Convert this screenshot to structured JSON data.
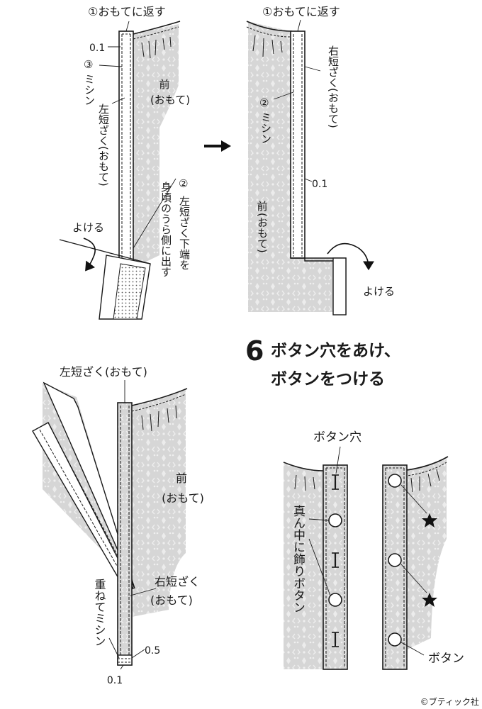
{
  "panel_a": {
    "step_turn": "①おもてに返す",
    "seam_01": "0.1",
    "step_sew": "③",
    "step_sew_word": "ミシン",
    "placket_label": "左短ざく(おもて)",
    "front_label_1": "前",
    "front_label_2": "(おもて)",
    "note_step": "②",
    "note_text": "左短ざく下端を",
    "note_text2": "身頃のうら側に出す",
    "avoid": "よける"
  },
  "panel_b": {
    "step_turn": "①おもてに返す",
    "placket_label": "右短ざく(おもて)",
    "step_sew": "②",
    "step_sew_word": "ミシン",
    "seam_01": "0.1",
    "front_label_1": "前",
    "front_label_2": "(おもて)",
    "avoid": "よける"
  },
  "panel_c": {
    "left_placket": "左短ざく(おもて)",
    "front_label_1": "前",
    "front_label_2": "(おもて)",
    "right_placket_1": "右短ざく",
    "right_placket_2": "(おもて)",
    "overlap_sew": "重ねてミシン",
    "seam_05": "0.5",
    "seam_01": "0.1"
  },
  "step6": {
    "number": "6",
    "title_line1": "ボタン穴をあけ、",
    "title_line2": "ボタンをつける"
  },
  "panel_d": {
    "buttonhole": "ボタン穴",
    "deco_button": "真ん中に飾りボタン",
    "button": "ボタン"
  },
  "copyright": "©ブティック社",
  "colors": {
    "ink": "#1a1a1a",
    "fabric": "#d9d9d9",
    "arrow": "#111111"
  }
}
